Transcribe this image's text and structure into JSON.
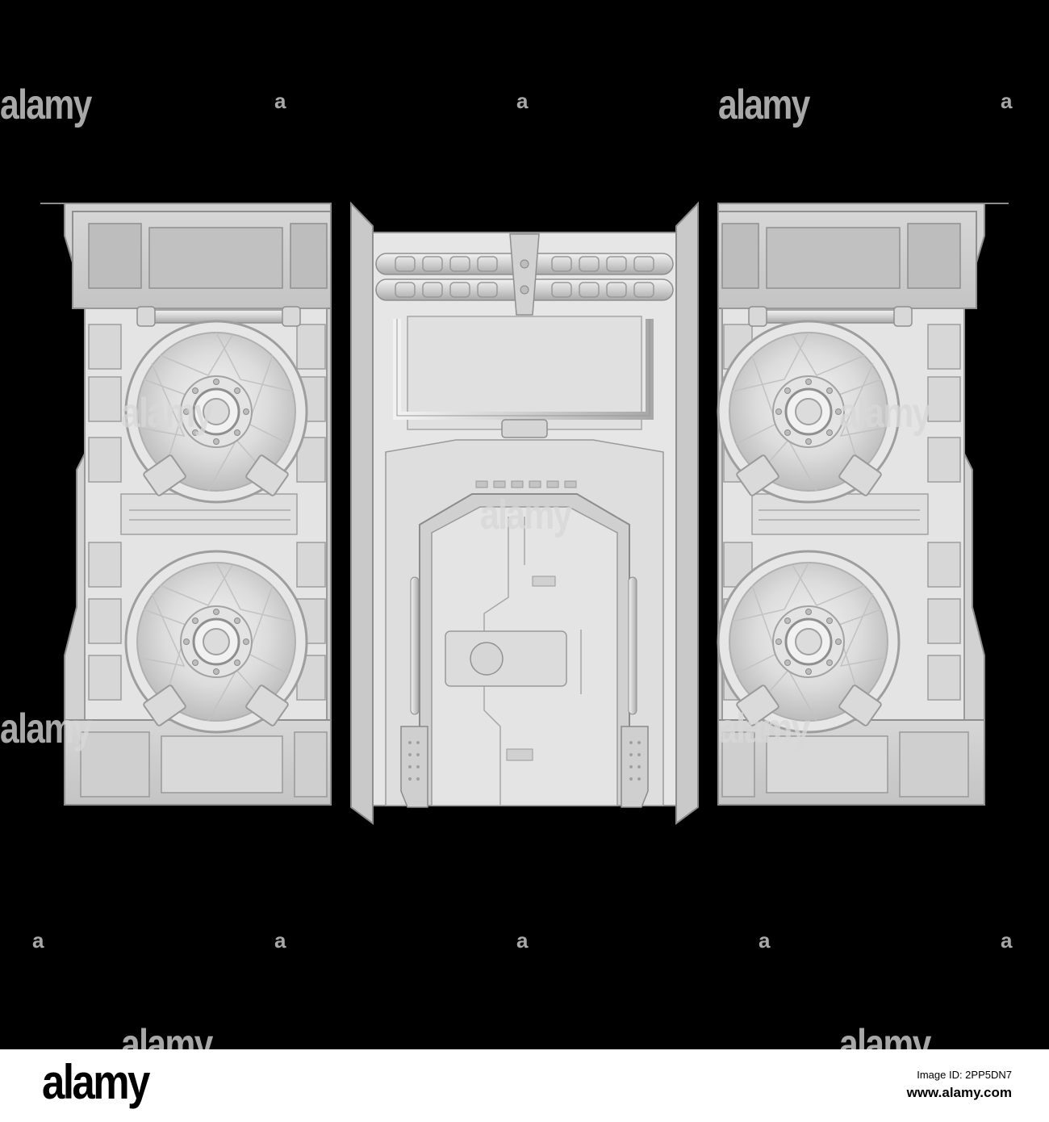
{
  "watermark": {
    "brand": "alamy",
    "badge": "a"
  },
  "footer": {
    "logo": "alamy",
    "image_id_label": "Image ID: 2PP5DN7",
    "site": "www.alamy.com"
  },
  "colors": {
    "background": "#000000",
    "model_light": "#e8e8e8",
    "model_mid": "#cfcfcf",
    "model_shadow": "#a9a9a9",
    "footer": "#ffffff"
  },
  "subject": {
    "icons": [
      "sci-fi-wall-panel",
      "vent-fan",
      "sliding-door",
      "pipe",
      "bolt"
    ]
  }
}
